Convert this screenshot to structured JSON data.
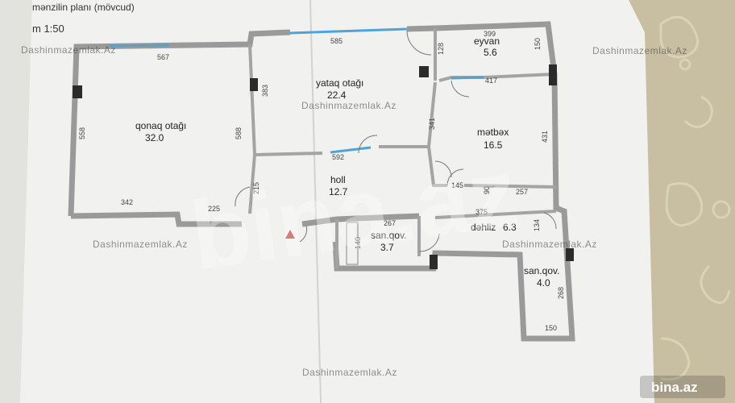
{
  "header": {
    "title": "mənzilin planı (mövcud)",
    "scale": "m 1:50"
  },
  "rooms": {
    "living": {
      "name": "qonaq otağı",
      "area": "32.0"
    },
    "bedroom": {
      "name": "yataq otağı",
      "area": "22.4"
    },
    "balcony": {
      "name": "eyvan",
      "area": "5.6"
    },
    "kitchen": {
      "name": "mətbəx",
      "area": "16.5"
    },
    "hall": {
      "name": "holl",
      "area": "12.7"
    },
    "bath1": {
      "name": "san.qov.",
      "area": "3.7"
    },
    "corridor": {
      "name": "dəhliz",
      "area": "6.3"
    },
    "bath2": {
      "name": "san.qov.",
      "area": "4.0"
    }
  },
  "dimensions": {
    "d567": "567",
    "d585": "585",
    "d399": "399",
    "d128": "128",
    "d150a": "150",
    "d417": "417",
    "d383": "383",
    "d558": "558",
    "d588": "588",
    "d341": "341",
    "d431": "431",
    "d592": "592",
    "d215": "215",
    "d342": "342",
    "d225": "225",
    "d145": "145",
    "d90": "90",
    "d257": "257",
    "d375": "375",
    "d267": "267",
    "d134": "134",
    "d140": "140",
    "d268": "268",
    "d150b": "150"
  },
  "watermarks": {
    "w1": "Dashinmazemlak.Az",
    "w2": "Dashinmazemlak.Az",
    "w3": "Dashinmazemlak.Az",
    "w4": "Dashinmazemlak.Az",
    "w5": "Dashinmazemlak.Az",
    "w6": "Dashinmazemlak.Az",
    "big": "bina.az"
  },
  "logo": {
    "text": "bina.az"
  }
}
